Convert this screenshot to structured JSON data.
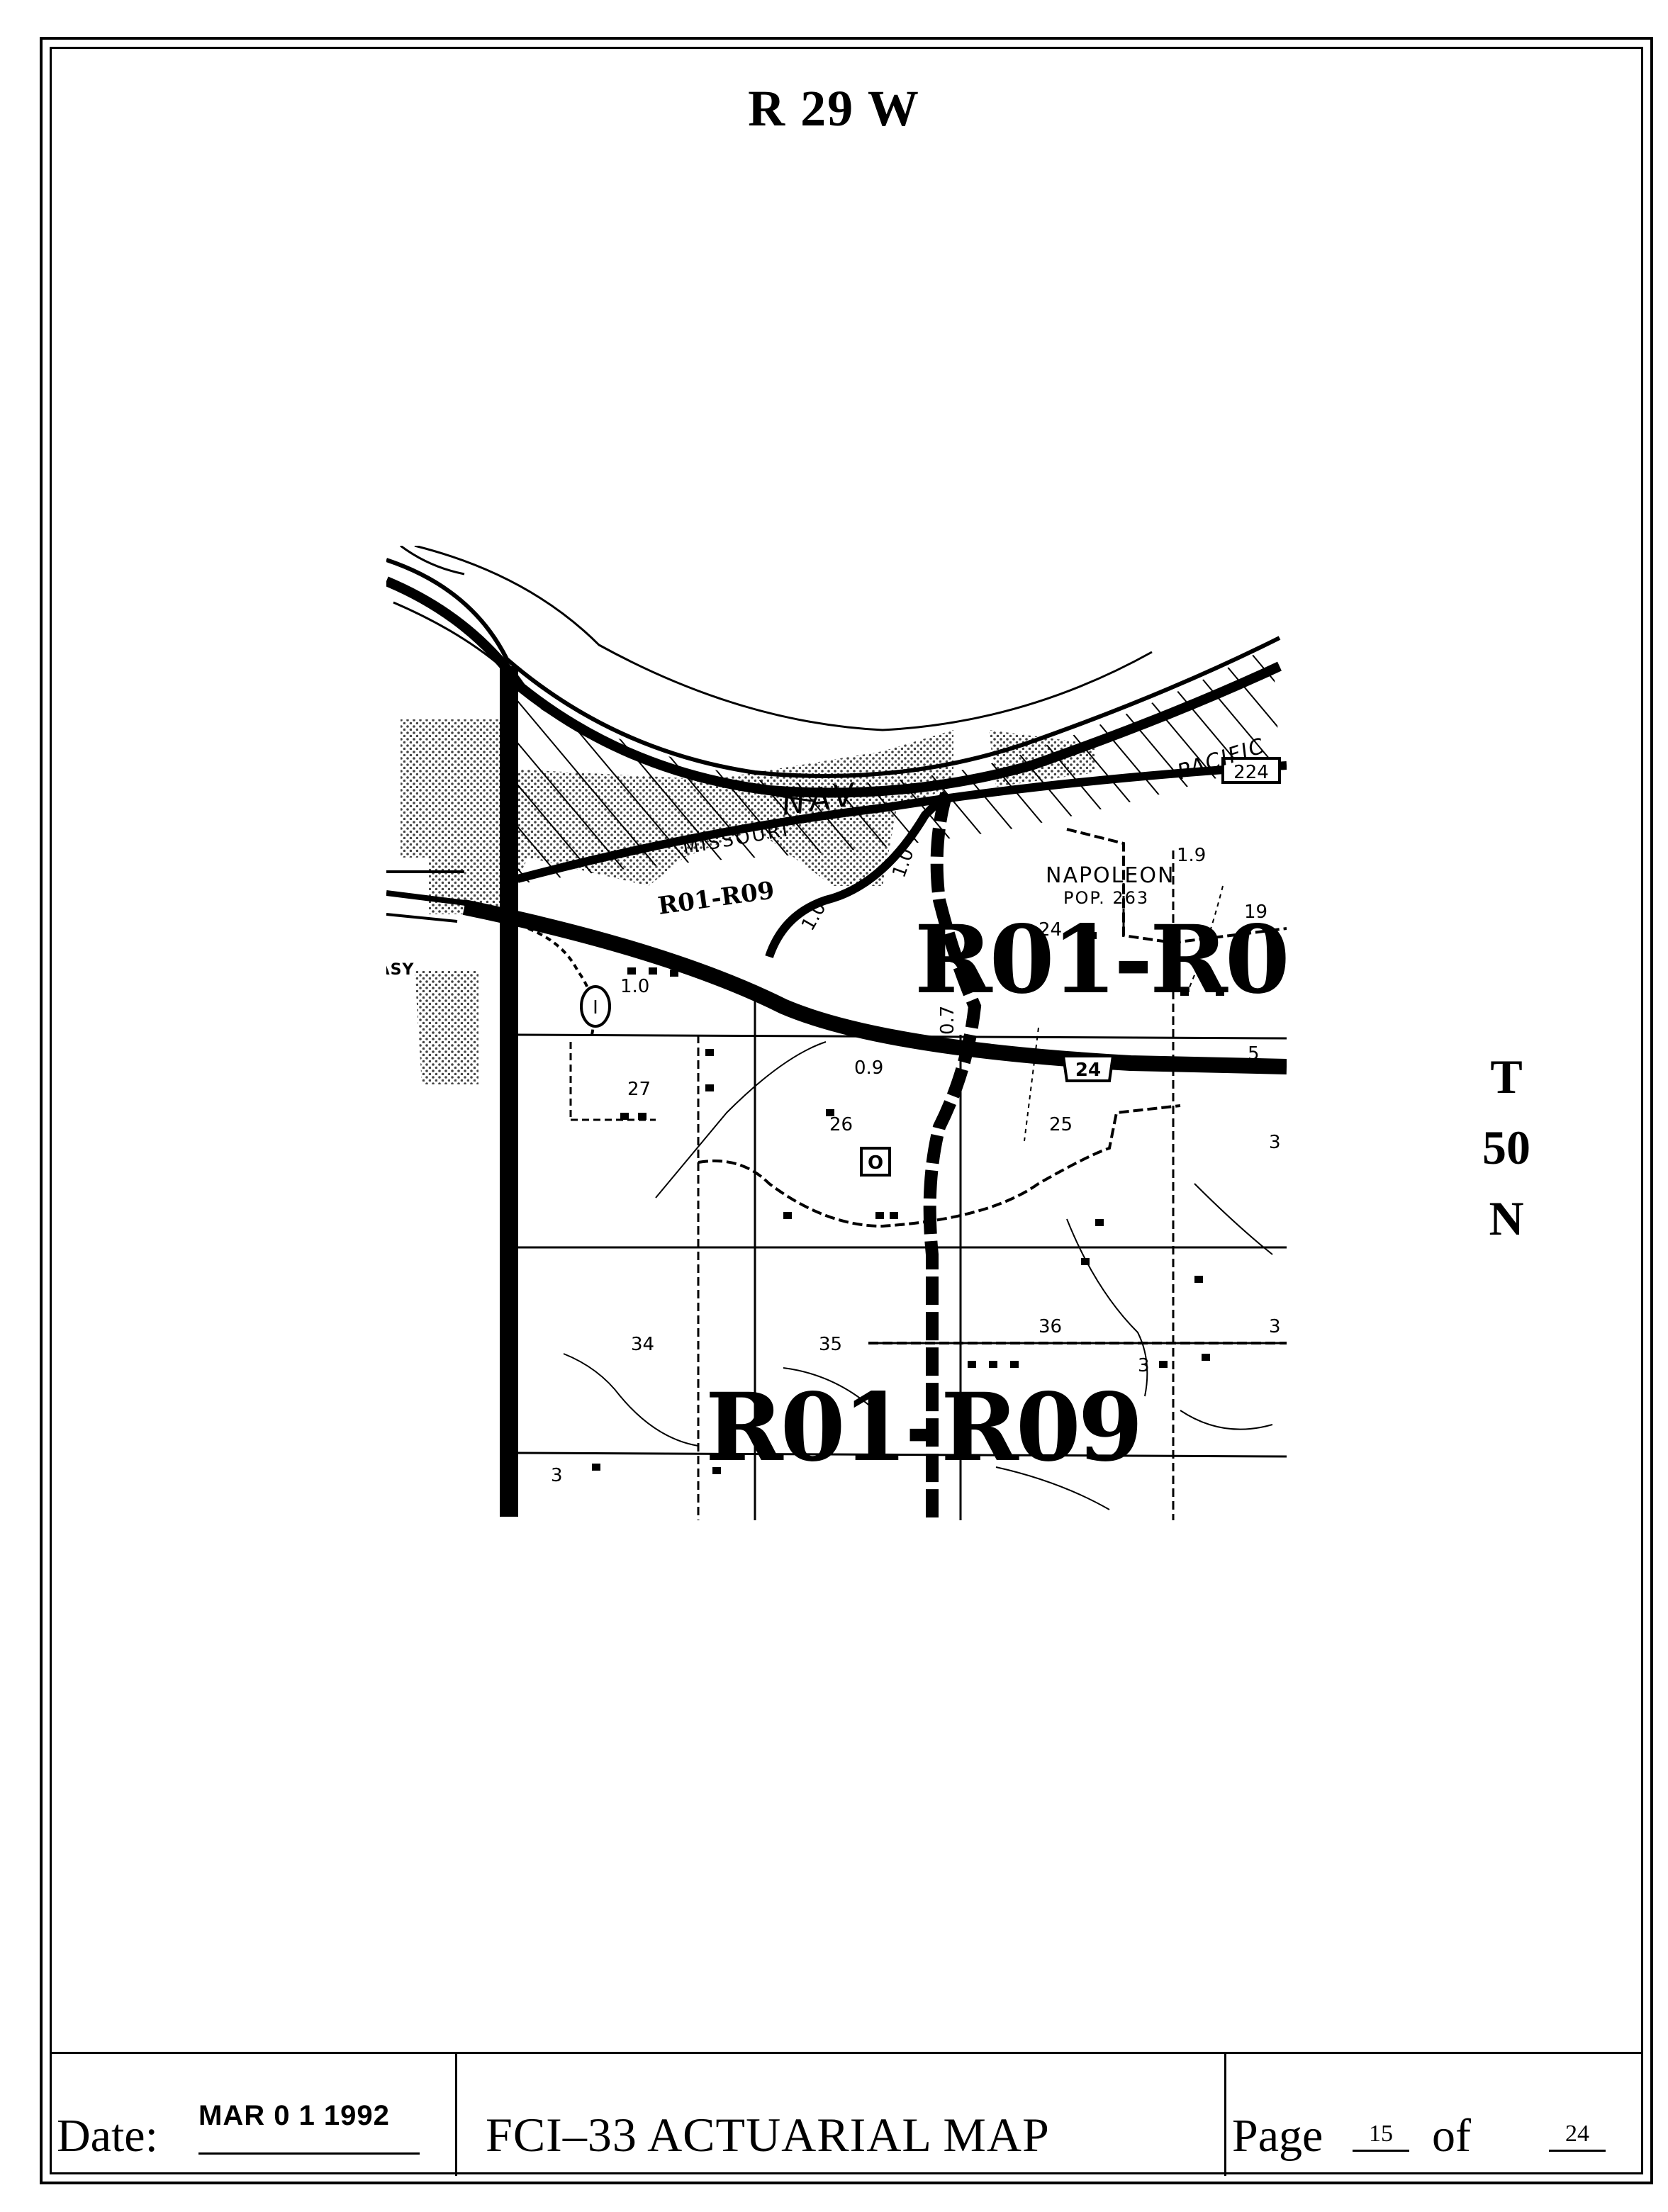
{
  "header": {
    "range": "R 29 W"
  },
  "township": {
    "t": "T",
    "num": "50",
    "dir": "N"
  },
  "map": {
    "zone_label_main": "R01-R09",
    "zone_label_small": "R01-R09",
    "zone_label_bottom": "R01-R09",
    "place_napoleon": "NAPOLEON",
    "place_pop": "POP. 263",
    "place_levasy": "LEVASY",
    "river": "MISSOURI",
    "river_nav": "NAV",
    "railroad": "PACIFIC",
    "hwy_24": "24",
    "hwy_224": "224",
    "route_o": "O",
    "route_i": "I",
    "dist_19a": "1.9",
    "dist_10a": "1.0",
    "dist_10b": "1.0",
    "dist_10c": "1.0",
    "dist_09": "0.9",
    "dist_07": "0.7",
    "sec_19": "19",
    "sec_24": "24",
    "sec_27": "27",
    "sec_26": "26",
    "sec_25": "25",
    "sec_34": "34",
    "sec_35": "35",
    "sec_36": "36",
    "sec_5": "5",
    "sec_3a": "3",
    "sec_3b": "3",
    "sec_3c": "3",
    "sec_3d": "3"
  },
  "footer": {
    "date_label": "Date:",
    "date_value": "MAR 0 1 1992",
    "title": "FCI–33 ACTUARIAL MAP",
    "page_label": "Page",
    "page_current": "15",
    "of_label": "of",
    "page_total": "24"
  }
}
